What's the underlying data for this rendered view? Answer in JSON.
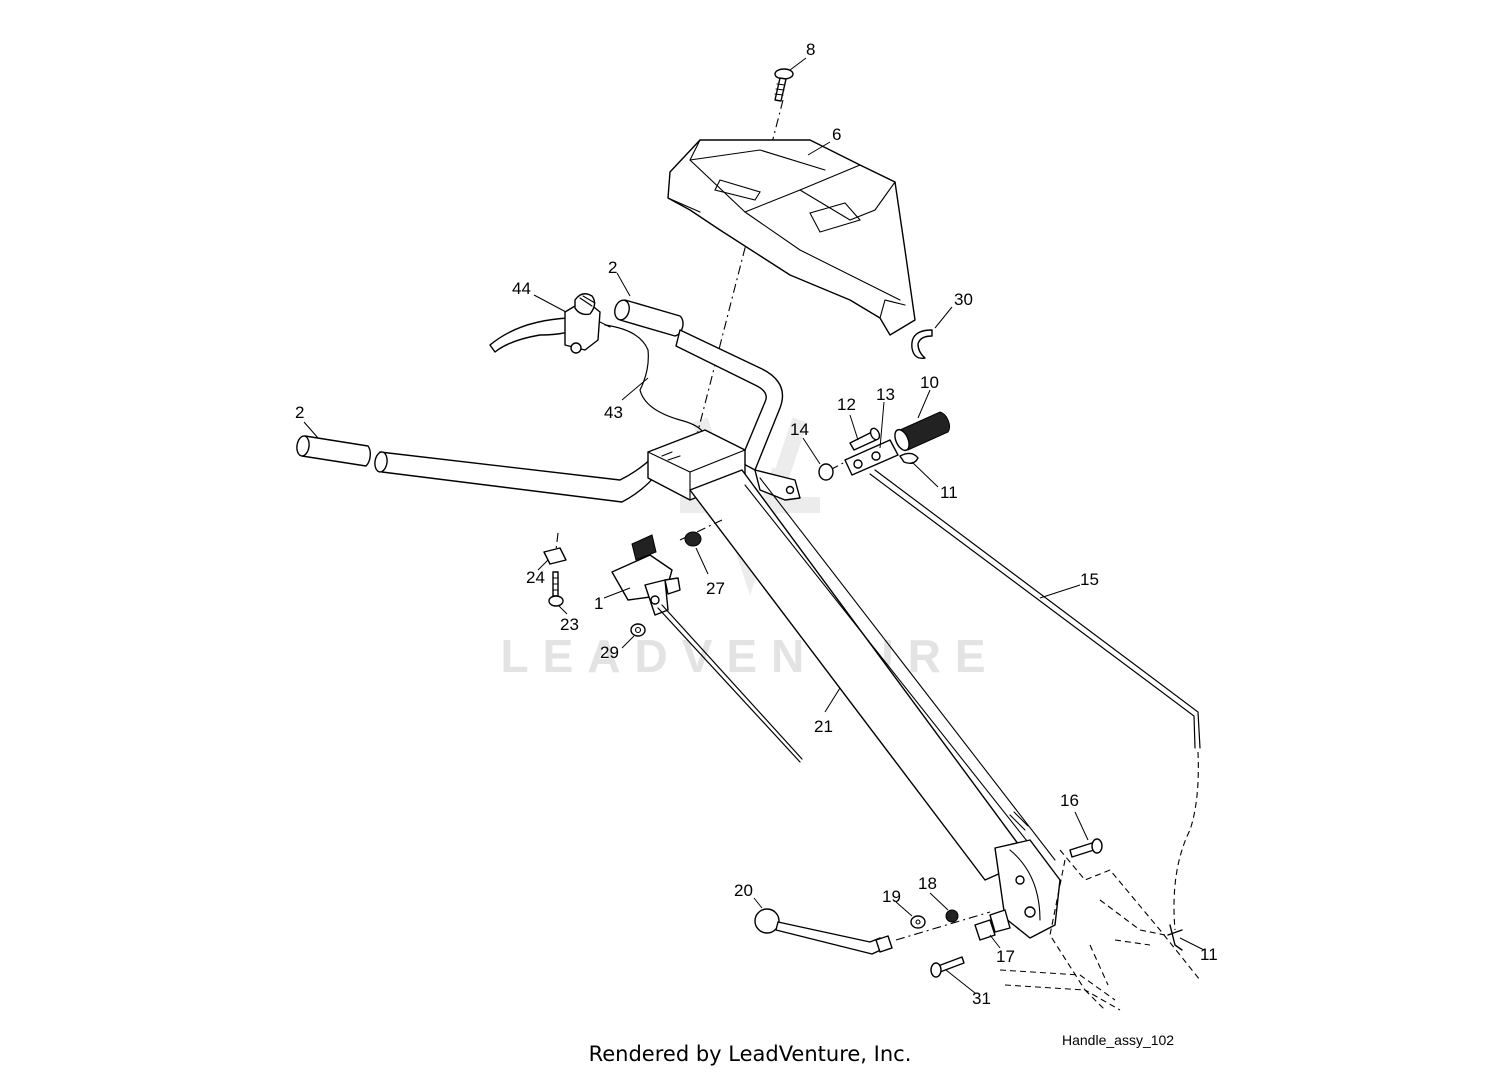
{
  "watermark": {
    "text": "LEADVENTURE"
  },
  "drawing_ref": "Handle_assy_102",
  "footer": "Rendered by LeadVenture, Inc.",
  "callouts": [
    "8",
    "6",
    "2",
    "44",
    "30",
    "2",
    "43",
    "12",
    "13",
    "10",
    "14",
    "11",
    "24",
    "27",
    "1",
    "23",
    "15",
    "29",
    "21",
    "16",
    "20",
    "19",
    "18",
    "17",
    "11",
    "31"
  ]
}
